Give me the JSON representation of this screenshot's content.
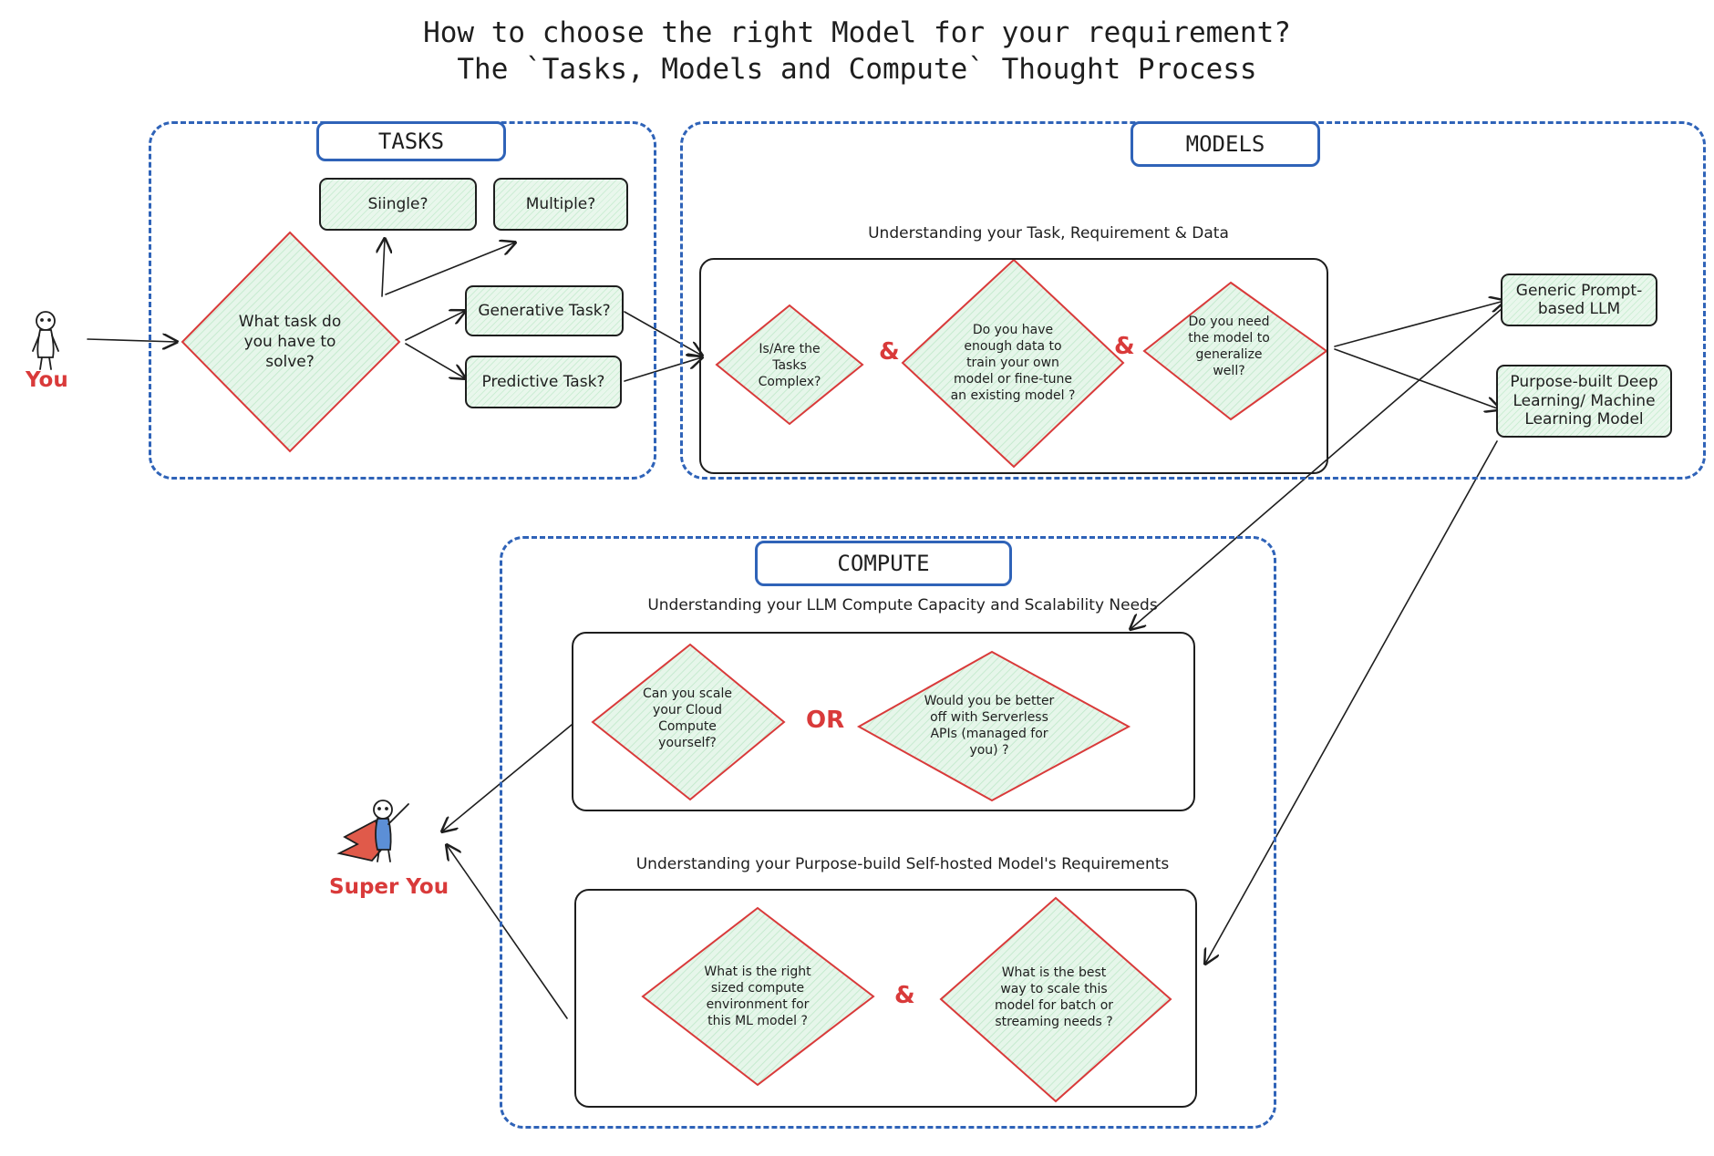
{
  "title": {
    "line1": "How to choose the right Model for your requirement?",
    "line2": "The `Tasks, Models and Compute` Thought Process"
  },
  "actors": {
    "you": "You",
    "super_you": "Super You"
  },
  "tasks": {
    "label": "TASKS",
    "decision": "What task do you have to solve?",
    "single": "Siingle?",
    "multiple": "Multiple?",
    "generative": "Generative Task?",
    "predictive": "Predictive Task?"
  },
  "models": {
    "label": "MODELS",
    "subheading": "Understanding your Task, Requirement & Data",
    "q1": "Is/Are the Tasks Complex?",
    "q2": "Do you have enough data to train your own model or fine-tune an existing model ?",
    "q3": "Do you need the model to generalize well?",
    "and1": "&",
    "and2": "&",
    "out_generic": "Generic Prompt-based LLM",
    "out_purpose": "Purpose-built Deep Learning/ Machine Learning Model"
  },
  "compute": {
    "label": "COMPUTE",
    "llm_heading": "Understanding your LLM Compute Capacity and Scalability Needs",
    "llm_q1": "Can you scale your Cloud Compute yourself?",
    "llm_or": "OR",
    "llm_q2": "Would you be better off with Serverless APIs (managed for you) ?",
    "self_heading": "Understanding your Purpose-build Self-hosted Model's Requirements",
    "self_q1": "What is the right sized compute environment for this ML model ?",
    "self_and": "&",
    "self_q2": "What is the best way to scale this model for batch or streaming needs ?"
  },
  "colors": {
    "region_border": "#2f63b8",
    "diamond_border": "#d93a3a",
    "diamond_fill": "#e3f5e7",
    "accent_text": "#d93a3a",
    "ink": "#1e1e1e"
  }
}
